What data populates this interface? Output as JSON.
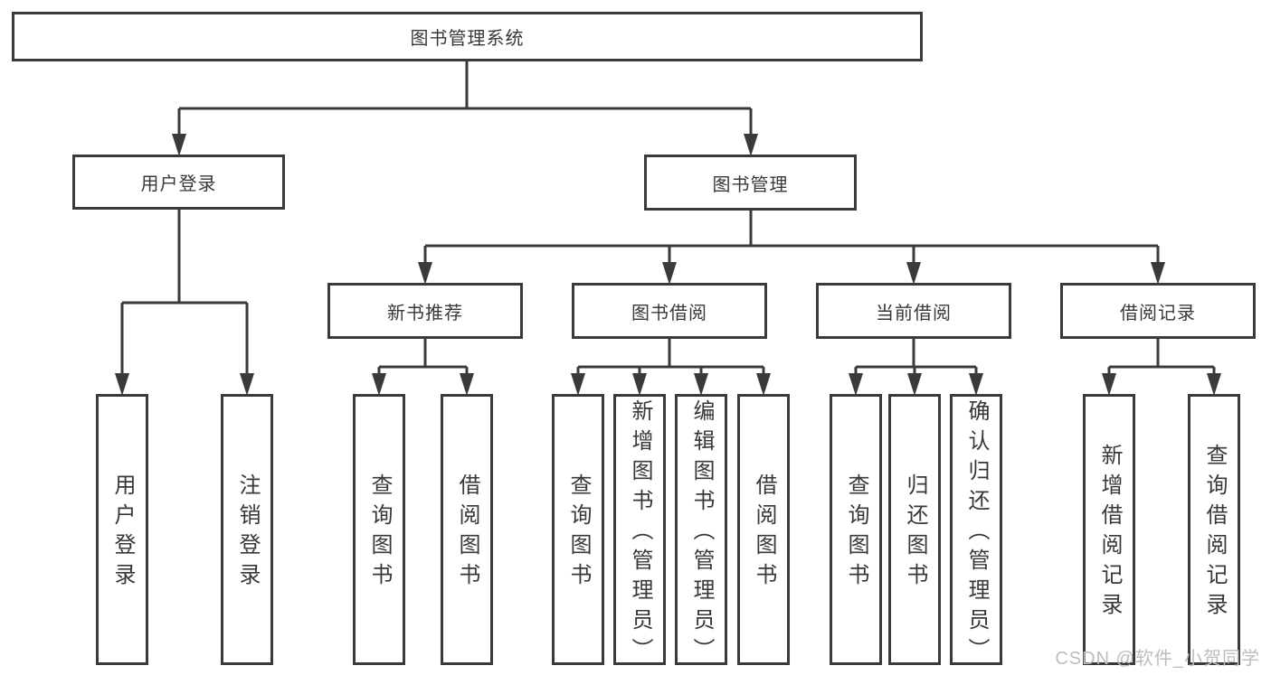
{
  "colors": {
    "background": "#ffffff",
    "line": "#3a3a3a",
    "box_border": "#3a3a3a",
    "text": "#383838",
    "watermark": "#bdbdbd"
  },
  "watermark": {
    "text": "CSDN @软件_小贺同学"
  },
  "diagram": {
    "type": "hierarchy-tree",
    "root": {
      "label": "图书管理系统",
      "children": [
        {
          "label": "用户登录",
          "children": [
            {
              "label": "用户登录"
            },
            {
              "label": "注销登录"
            }
          ]
        },
        {
          "label": "图书管理",
          "children": [
            {
              "label": "新书推荐",
              "children": [
                {
                  "label": "查询图书"
                },
                {
                  "label": "借阅图书"
                }
              ]
            },
            {
              "label": "图书借阅",
              "children": [
                {
                  "label": "查询图书"
                },
                {
                  "label": "新增图书（管理员）"
                },
                {
                  "label": "编辑图书（管理员）"
                },
                {
                  "label": "借阅图书"
                }
              ]
            },
            {
              "label": "当前借阅",
              "children": [
                {
                  "label": "查询图书"
                },
                {
                  "label": "归还图书"
                },
                {
                  "label": "确认归还（管理员）"
                }
              ]
            },
            {
              "label": "借阅记录",
              "children": [
                {
                  "label": "新增借阅记录"
                },
                {
                  "label": "查询借阅记录"
                }
              ]
            }
          ]
        }
      ]
    }
  }
}
